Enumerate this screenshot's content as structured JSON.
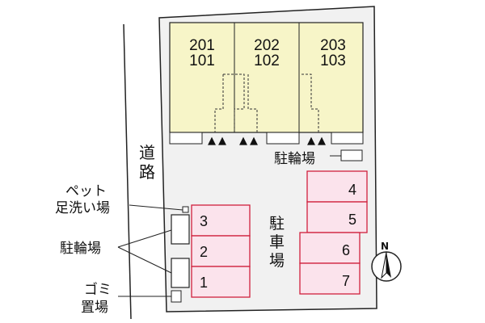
{
  "map": {
    "road_label": [
      "道",
      "路"
    ],
    "units": [
      {
        "upper": "201",
        "lower": "101"
      },
      {
        "upper": "202",
        "lower": "102"
      },
      {
        "upper": "203",
        "lower": "103"
      }
    ],
    "entrance_marker": "▲",
    "bicycle_parking_right": "駐輪場",
    "bicycle_parking_left": "駐輪場",
    "pet_footwash": [
      "ペット",
      "足洗い場"
    ],
    "garbage": [
      "ゴミ",
      "置場"
    ],
    "car_parking_label": [
      "駐",
      "車",
      "場"
    ],
    "parking_slots_left": [
      "3",
      "2",
      "1"
    ],
    "parking_slots_right": [
      "4",
      "5",
      "6",
      "7"
    ],
    "north_label": "N",
    "colors": {
      "building_fill": "#f7f5c8",
      "lot_fill": "#f1f1f1",
      "parking_fill": "#fbe3ec",
      "parking_stroke": "#d0203c"
    }
  }
}
